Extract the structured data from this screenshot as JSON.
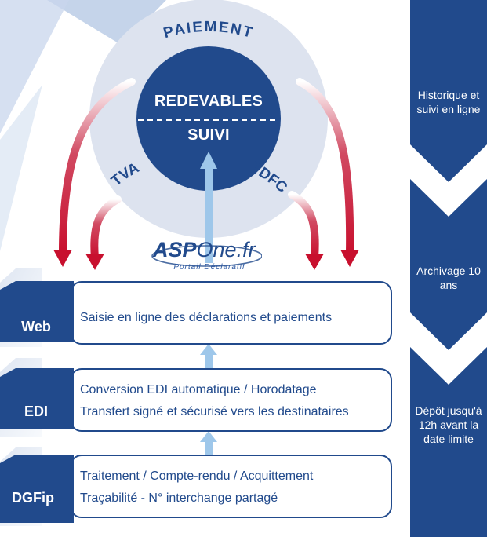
{
  "circle": {
    "title": "REDEVABLES",
    "subtitle": "SUIVI",
    "arc_labels": {
      "top": "PAIEMENT",
      "left": "TVA",
      "right": "TDFC"
    }
  },
  "logo": {
    "title_part1": "ASP",
    "title_part2": "One.fr",
    "subtitle": "Portail Déclaratif"
  },
  "layers": [
    {
      "label": "Web",
      "lines": [
        "Saisie en ligne des déclarations et paiements"
      ]
    },
    {
      "label": "EDI",
      "lines": [
        "Conversion EDI automatique / Horodatage",
        "Transfert signé et sécurisé vers les destinataires"
      ]
    },
    {
      "label": "DGFip",
      "lines": [
        "Traitement / Compte-rendu / Acquittement",
        "Traçabilité - N° interchange partagé"
      ]
    }
  ],
  "timeline": [
    {
      "text": "Historique et suivi en ligne"
    },
    {
      "text": "Archivage 10 ans"
    },
    {
      "text": "Dépôt jusqu'à 12h avant la date limite"
    }
  ],
  "colors": {
    "navy": "#214a8c",
    "light_blue": "#9ec7ea",
    "red": "#c8102e",
    "circle_bg": "#d8dfee"
  }
}
